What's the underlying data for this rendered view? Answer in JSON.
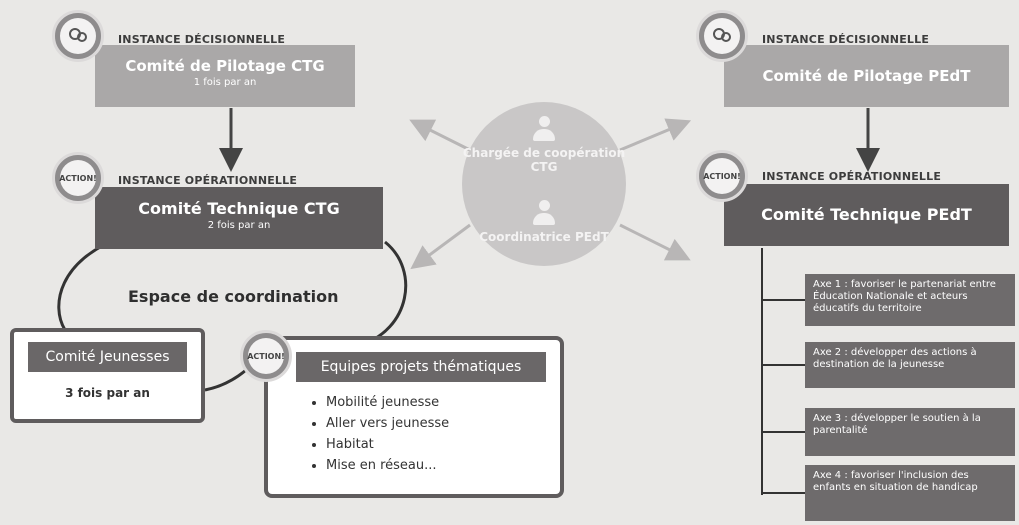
{
  "left": {
    "decision_label": "INSTANCE DÉCISIONNELLE",
    "decision_title": "Comité de Pilotage CTG",
    "decision_sub": "1 fois par an",
    "operational_label": "INSTANCE OPÉRATIONNELLE",
    "operational_title": "Comité Technique CTG",
    "operational_sub": "2 fois par an",
    "action_badge": "ACTION!",
    "coordination_label": "Espace de coordination",
    "jeunesses_title": "Comité Jeunesses",
    "jeunesses_sub": "3 fois par an",
    "equipes_title": "Equipes projets thématiques",
    "equipes_items": [
      "Mobilité jeunesse",
      "Aller vers jeunesse",
      "Habitat",
      "Mise en réseau..."
    ]
  },
  "center": {
    "role1": "Chargée de coopération CTG",
    "role2": "Coordinatrice PEdT"
  },
  "right": {
    "decision_label": "INSTANCE DÉCISIONNELLE",
    "decision_title": "Comité de Pilotage PEdT",
    "operational_label": "INSTANCE OPÉRATIONNELLE",
    "operational_title": "Comité Technique PEdT",
    "axes": [
      "Axe 1 : favoriser le partenariat entre Éducation Nationale et acteurs éducatifs du territoire",
      "Axe 2 : développer des actions à destination de la jeunesse",
      "Axe 3 : développer le soutien à la parentalité",
      "Axe 4 : favoriser l'inclusion des enfants en situation de handicap"
    ]
  }
}
